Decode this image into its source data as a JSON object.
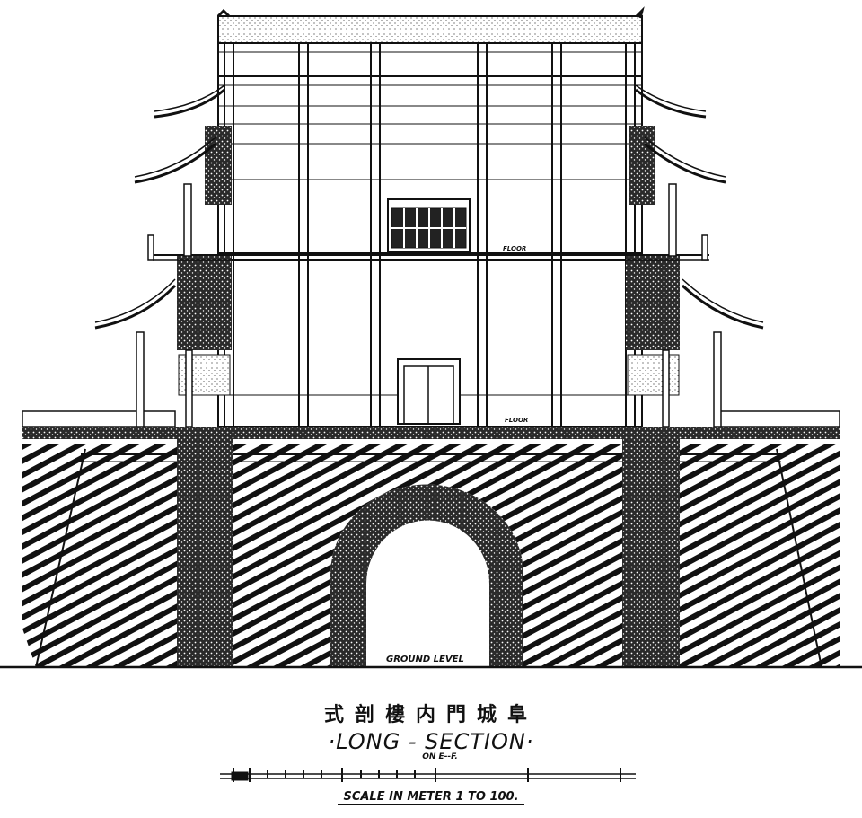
{
  "drawing": {
    "chinese_title": "式剖樓内門城阜",
    "title": "·LONG - SECTION·",
    "subtitle": "ON E--F.",
    "scale_label": "SCALE IN METER 1 TO 100.",
    "ground_label": "GROUND LEVEL",
    "floor_label_upper": "FLOOR",
    "floor_label_lower": "FLOOR"
  }
}
